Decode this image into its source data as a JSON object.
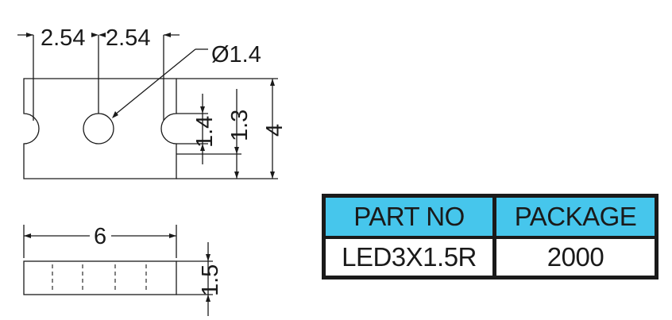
{
  "dimensions": {
    "pitch_left": "2.54",
    "pitch_right": "2.54",
    "hole_diameter": "Ø1.4",
    "notch_width": "1.4",
    "hole_offset": "1.3",
    "tape_width": "4",
    "segment_length": "6",
    "thickness": "1.5"
  },
  "table": {
    "headers": [
      "PART NO",
      "PACKAGE"
    ],
    "rows": [
      [
        "LED3X1.5R",
        "2000"
      ]
    ],
    "header_color": "#46c6ec",
    "border_color": "#1a1a1a"
  }
}
